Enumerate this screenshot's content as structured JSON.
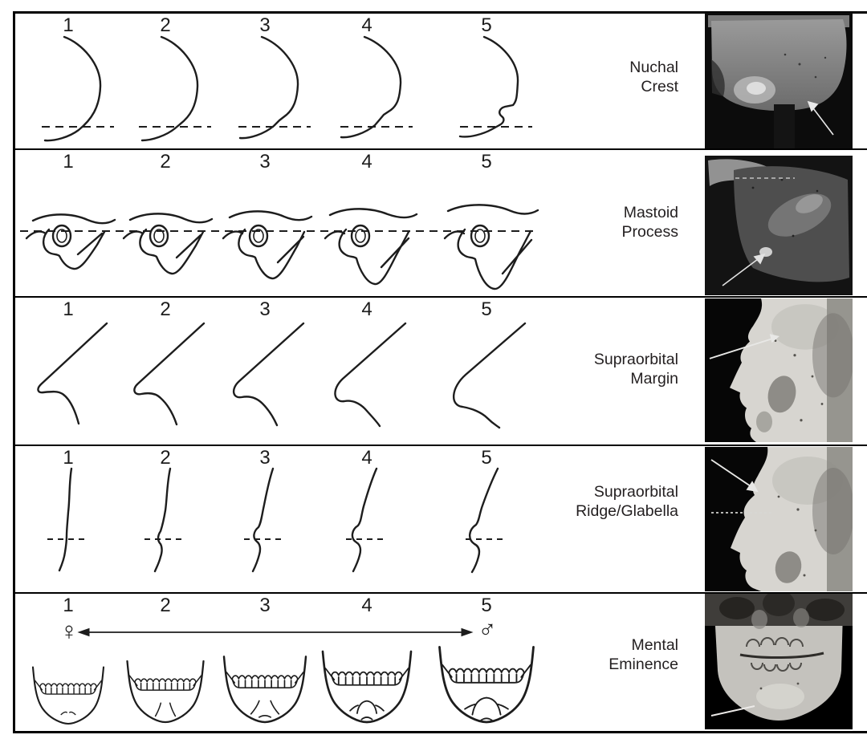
{
  "figure": {
    "kind": "cranial-trait-sex-scoring-diagram",
    "colors": {
      "line": "#1d1d1d",
      "frame": "#000000",
      "label_text": "#231f20",
      "photo_background": "#0a0a0a",
      "photo_arrow": "#e8e8e6"
    },
    "rows": [
      {
        "id": "nuchal-crest",
        "label_line1": "Nuchal",
        "label_line2": "Crest",
        "scores": [
          "1",
          "2",
          "3",
          "4",
          "5"
        ]
      },
      {
        "id": "mastoid-process",
        "label_line1": "Mastoid",
        "label_line2": "Process",
        "scores": [
          "1",
          "2",
          "3",
          "4",
          "5"
        ]
      },
      {
        "id": "supraorbital-margin",
        "label_line1": "Supraorbital",
        "label_line2": "Margin",
        "scores": [
          "1",
          "2",
          "3",
          "4",
          "5"
        ]
      },
      {
        "id": "supraorbital-ridge-glabella",
        "label_line1": "Supraorbital",
        "label_line2": "Ridge/Glabella",
        "scores": [
          "1",
          "2",
          "3",
          "4",
          "5"
        ]
      },
      {
        "id": "mental-eminence",
        "label_line1": "Mental",
        "label_line2": "Eminence",
        "scores": [
          "1",
          "2",
          "3",
          "4",
          "5"
        ]
      }
    ],
    "sex_scale": {
      "female_symbol": "♀",
      "male_symbol": "♂"
    }
  }
}
